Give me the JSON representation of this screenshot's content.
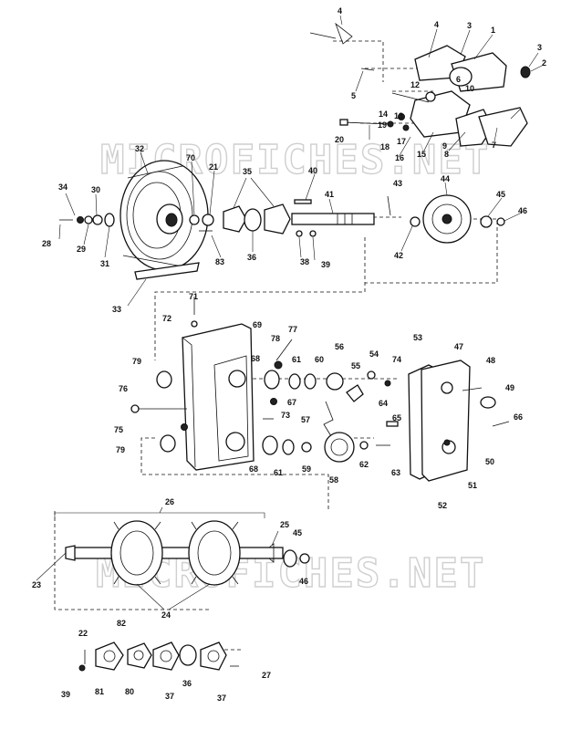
{
  "watermarks": [
    "MICROFICHES.NET",
    "MICROFICHES.NET"
  ],
  "labels": {
    "l1": "1",
    "l2": "2",
    "l3a": "3",
    "l3b": "3",
    "l4a": "4",
    "l4b": "4",
    "l5": "5",
    "l6": "6",
    "l7": "7",
    "l8": "8",
    "l9": "9",
    "l10": "10",
    "l12": "12",
    "l13": "13",
    "l14": "14",
    "l15": "15",
    "l16": "16",
    "l17": "17",
    "l18": "18",
    "l19": "19",
    "l20": "20",
    "l21": "21",
    "l22": "22",
    "l23": "23",
    "l24": "24",
    "l25": "25",
    "l26": "26",
    "l27": "27",
    "l28": "28",
    "l29": "29",
    "l30": "30",
    "l31": "31",
    "l32": "32",
    "l33": "33",
    "l34": "34",
    "l35": "35",
    "l36a": "36",
    "l36b": "36",
    "l37a": "37",
    "l37b": "37",
    "l38": "38",
    "l39a": "39",
    "l39b": "39",
    "l40": "40",
    "l41": "41",
    "l42": "42",
    "l43": "43",
    "l44": "44",
    "l45a": "45",
    "l45b": "45",
    "l46a": "46",
    "l46b": "46",
    "l47": "47",
    "l48": "48",
    "l49": "49",
    "l50": "50",
    "l51": "51",
    "l52": "52",
    "l53": "53",
    "l54": "54",
    "l55": "55",
    "l56": "56",
    "l57": "57",
    "l58": "58",
    "l59": "59",
    "l60": "60",
    "l61a": "61",
    "l61b": "61",
    "l62": "62",
    "l63": "63",
    "l64": "64",
    "l65": "65",
    "l66": "66",
    "l67": "67",
    "l68a": "68",
    "l68b": "68",
    "l69": "69",
    "l70": "70",
    "l71": "71",
    "l72": "72",
    "l73": "73",
    "l74": "74",
    "l75": "75",
    "l76": "76",
    "l77": "77",
    "l78": "78",
    "l79a": "79",
    "l79b": "79",
    "l80": "80",
    "l81": "81",
    "l82": "82",
    "l83": "83"
  }
}
